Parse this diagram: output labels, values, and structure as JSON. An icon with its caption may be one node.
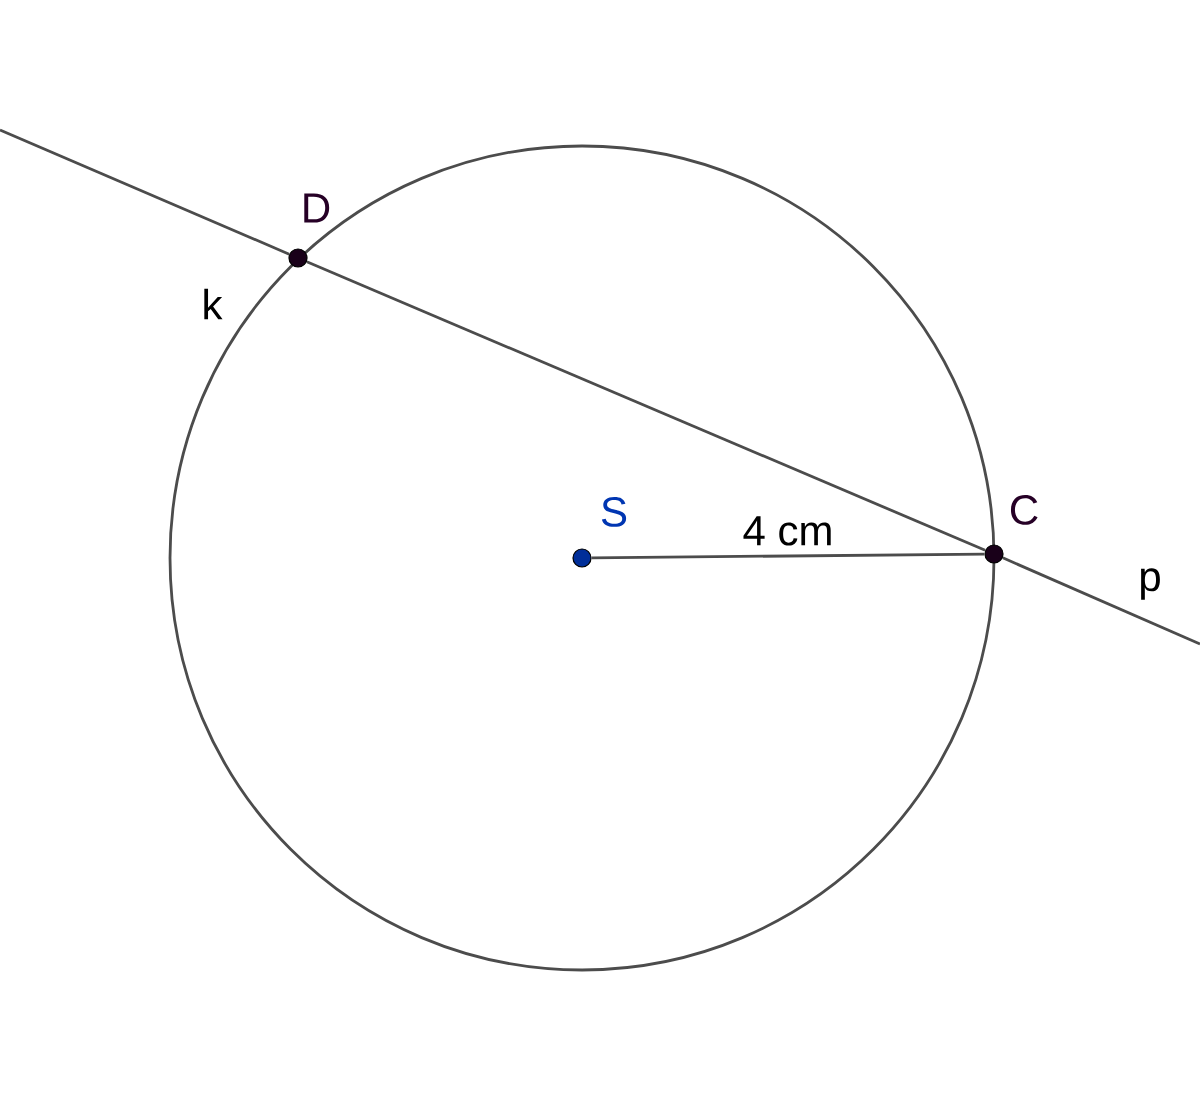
{
  "diagram": {
    "nodes": [
      {
        "text": [
          "k"
        ]
      },
      {
        "text": [
          "D"
        ]
      },
      {
        "text": [
          "S"
        ],
        "in": 0
      },
      {
        "text": [
          "C"
        ]
      }
    ],
    "edges": [
      {
        "from": null,
        "to": 1,
        "arrow": "none"
      },
      {
        "from": 1,
        "to": 3,
        "arrow": "none"
      },
      {
        "from": 3,
        "to": null,
        "arrow": "none"
      },
      {
        "from": 2,
        "to": 3,
        "arrow": "none",
        "label": "4 cm"
      }
    ],
    "labels": [
      "p"
    ]
  }
}
